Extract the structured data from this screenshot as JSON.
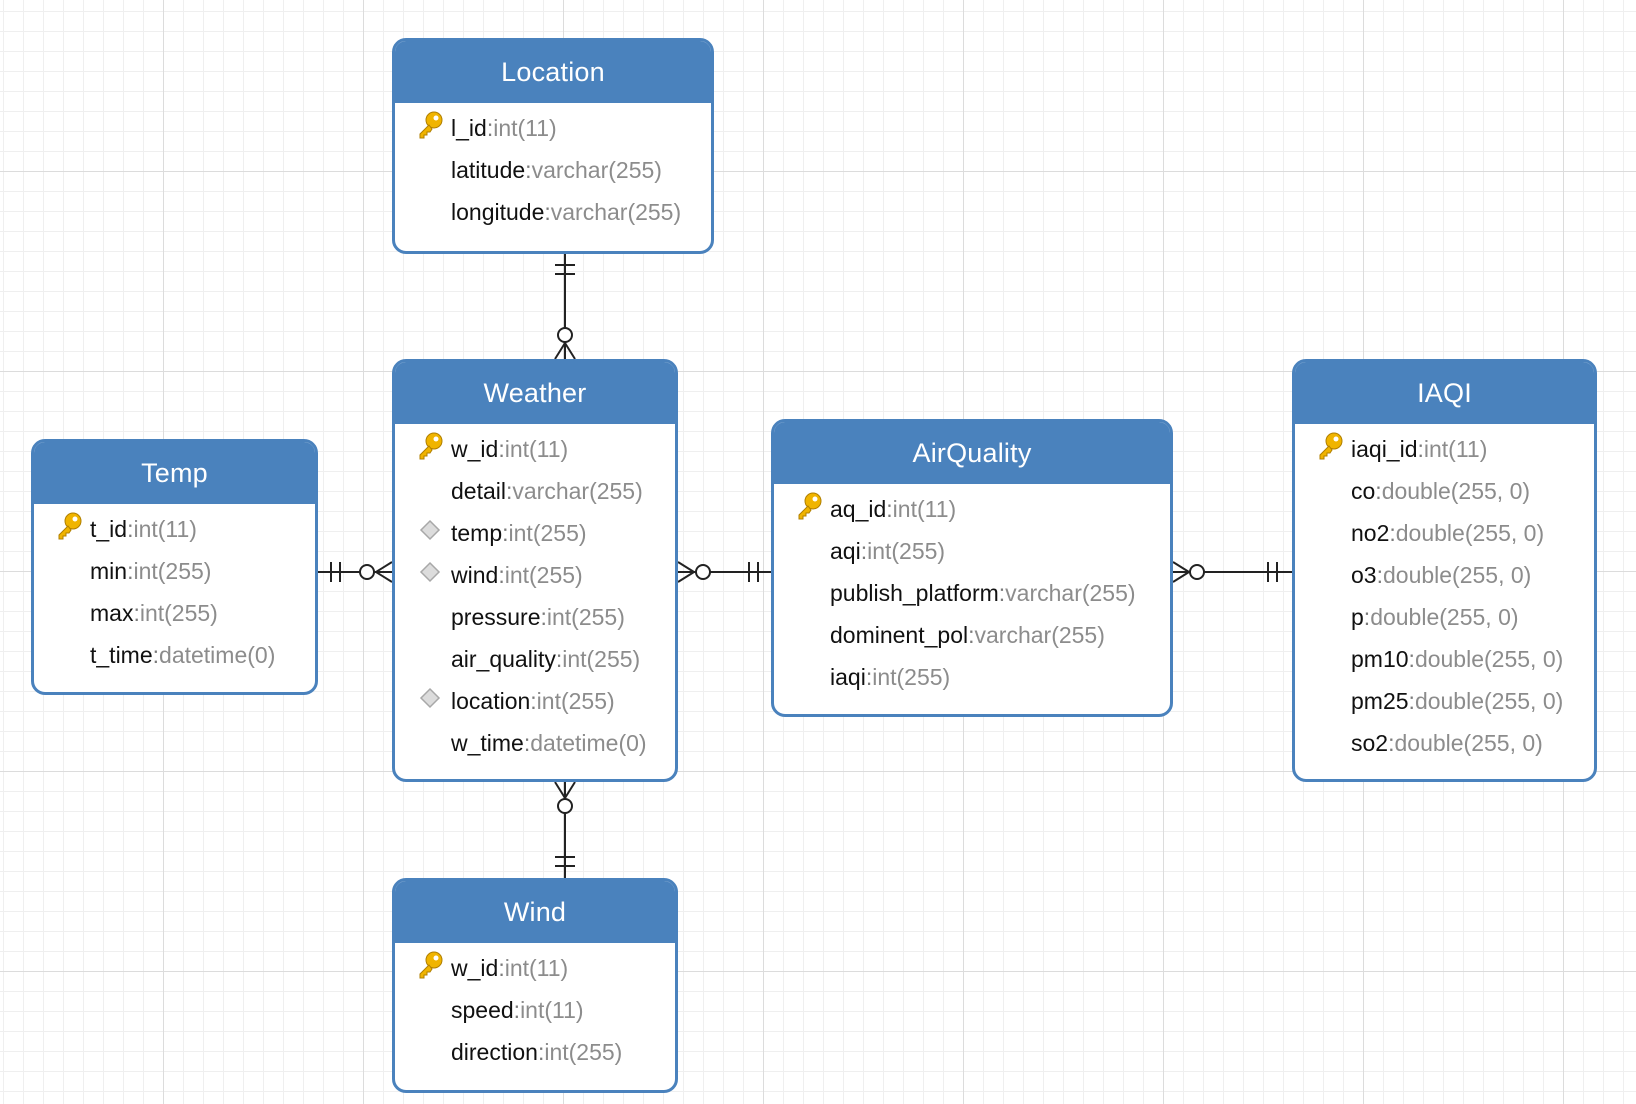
{
  "sep": ": ",
  "entities": {
    "location": {
      "name": "Location",
      "attrs": [
        {
          "name": "l_id",
          "type": "int(11)",
          "marker": "key-icon"
        },
        {
          "name": "latitude",
          "type": "varchar(255)",
          "marker": ""
        },
        {
          "name": "longitude",
          "type": "varchar(255)",
          "marker": ""
        }
      ]
    },
    "weather": {
      "name": "Weather",
      "attrs": [
        {
          "name": "w_id",
          "type": "int(11)",
          "marker": "key-icon"
        },
        {
          "name": "detail",
          "type": "varchar(255)",
          "marker": ""
        },
        {
          "name": "temp",
          "type": "int(255)",
          "marker": "foreign-key-diamond-icon"
        },
        {
          "name": "wind",
          "type": "int(255)",
          "marker": "foreign-key-diamond-icon"
        },
        {
          "name": "pressure",
          "type": "int(255)",
          "marker": ""
        },
        {
          "name": "air_quality",
          "type": "int(255)",
          "marker": ""
        },
        {
          "name": "location",
          "type": "int(255)",
          "marker": "foreign-key-diamond-icon"
        },
        {
          "name": "w_time",
          "type": "datetime(0)",
          "marker": ""
        }
      ]
    },
    "temp": {
      "name": "Temp",
      "attrs": [
        {
          "name": "t_id",
          "type": "int(11)",
          "marker": "key-icon"
        },
        {
          "name": "min",
          "type": "int(255)",
          "marker": ""
        },
        {
          "name": "max",
          "type": "int(255)",
          "marker": ""
        },
        {
          "name": "t_time",
          "type": "datetime(0)",
          "marker": ""
        }
      ]
    },
    "airquality": {
      "name": "AirQuality",
      "attrs": [
        {
          "name": "aq_id",
          "type": "int(11)",
          "marker": "key-icon"
        },
        {
          "name": "aqi",
          "type": "int(255)",
          "marker": ""
        },
        {
          "name": "publish_platform",
          "type": "varchar(255)",
          "marker": ""
        },
        {
          "name": "dominent_pol",
          "type": "varchar(255)",
          "marker": ""
        },
        {
          "name": "iaqi",
          "type": "int(255)",
          "marker": ""
        }
      ]
    },
    "iaqi": {
      "name": "IAQI",
      "attrs": [
        {
          "name": "iaqi_id",
          "type": "int(11)",
          "marker": "key-icon"
        },
        {
          "name": "co",
          "type": "double(255, 0)",
          "marker": ""
        },
        {
          "name": "no2",
          "type": "double(255, 0)",
          "marker": ""
        },
        {
          "name": "o3",
          "type": "double(255, 0)",
          "marker": ""
        },
        {
          "name": "p",
          "type": "double(255, 0)",
          "marker": ""
        },
        {
          "name": "pm10",
          "type": "double(255, 0)",
          "marker": ""
        },
        {
          "name": "pm25",
          "type": "double(255, 0)",
          "marker": ""
        },
        {
          "name": "so2",
          "type": "double(255, 0)",
          "marker": ""
        }
      ]
    },
    "wind": {
      "name": "Wind",
      "attrs": [
        {
          "name": "w_id",
          "type": "int(11)",
          "marker": "key-icon"
        },
        {
          "name": "speed",
          "type": "int(11)",
          "marker": ""
        },
        {
          "name": "direction",
          "type": "int(255)",
          "marker": ""
        }
      ]
    }
  },
  "relationships": [
    {
      "from": "Location",
      "to": "Weather",
      "from_end": "one-mandatory",
      "to_end": "zero-or-many"
    },
    {
      "from": "Temp",
      "to": "Weather",
      "from_end": "one-mandatory",
      "to_end": "zero-or-many"
    },
    {
      "from": "AirQuality",
      "to": "Weather",
      "from_end": "one-mandatory",
      "to_end": "zero-or-many"
    },
    {
      "from": "IAQI",
      "to": "AirQuality",
      "from_end": "one-mandatory",
      "to_end": "zero-or-many"
    },
    {
      "from": "Wind",
      "to": "Weather",
      "from_end": "one-mandatory",
      "to_end": "zero-or-many"
    }
  ],
  "colors": {
    "header": "#4a82bd",
    "border": "#4a82bd",
    "key": "#f0b400",
    "diamond": "#c8c8c8",
    "line": "#222222"
  }
}
